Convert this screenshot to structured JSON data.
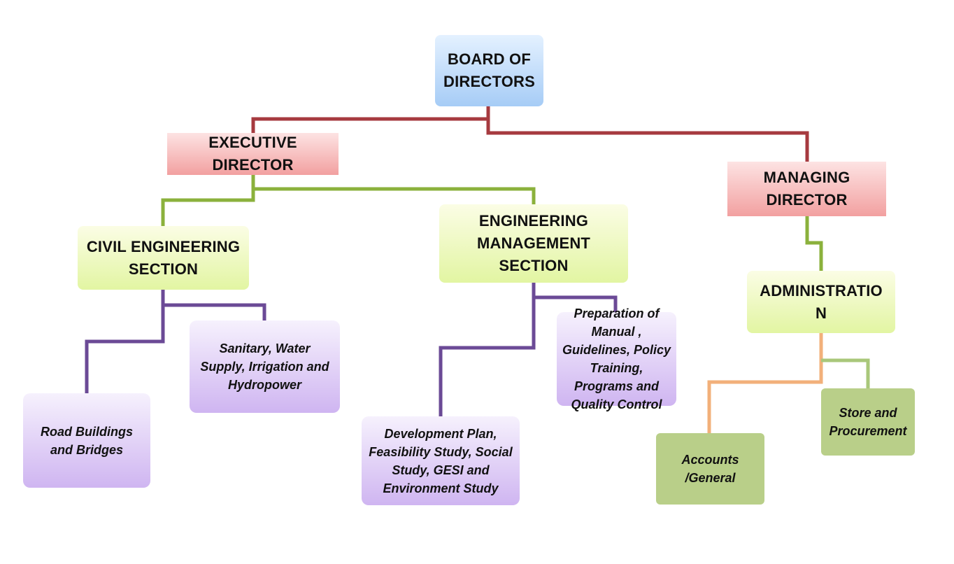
{
  "nodes": {
    "board": "BOARD OF\nDIRECTORS",
    "executive": "EXECUTIVE\nDIRECTOR",
    "managing": "MANAGING\nDIRECTOR",
    "civil": "CIVIL ENGINEERING\nSECTION",
    "eng_mgmt": "ENGINEERING\nMANAGEMENT\nSECTION",
    "administration": "ADMINISTRATIO\nN",
    "road": "Road Buildings\nand Bridges",
    "sanitary": "Sanitary, Water\nSupply, Irrigation and\nHydropower",
    "development": "Development Plan,\nFeasibility Study, Social\nStudy, GESI and\nEnvironment Study",
    "preparation": "Preparation of\nManual ,\nGuidelines, Policy\nTraining,\nPrograms and\nQuality Control",
    "accounts": "Accounts\n/General",
    "store": "Store and\nProcurement"
  },
  "colors": {
    "board_connector": "#a63a3f",
    "director_connector": "#8bb13c",
    "section_connector": "#6b4a96",
    "accounts_connector": "#f2b07a",
    "store_connector": "#a9c77a"
  }
}
